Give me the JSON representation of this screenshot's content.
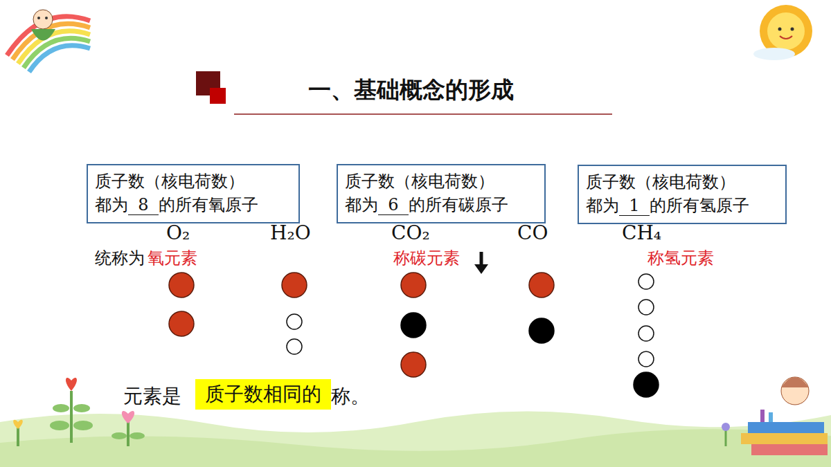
{
  "diagram": {
    "title": "一、基础概念的形成",
    "nodes": [
      {
        "text": [
          "质子数（核电荷数）",
          "都为",
          "8",
          "的所有氧原子"
        ]
      },
      {
        "text": [
          "质子数（核电荷数）",
          "都为",
          "6",
          "的所有碳原子"
        ]
      },
      {
        "text": [
          "质子数（核电荷数）",
          "都为",
          "1",
          "的所有氢原子"
        ]
      }
    ],
    "labels": [
      "统称为",
      "氧元素",
      "O₂",
      "H₂O",
      "CO₂",
      "称碳元素",
      "CO",
      "CH₄",
      "称氢元素",
      "元素是",
      "质子数相同的",
      "称。"
    ]
  }
}
